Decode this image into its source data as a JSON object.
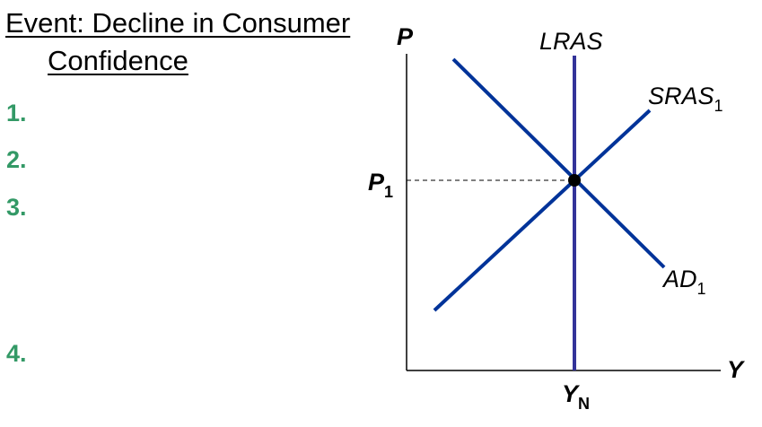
{
  "heading": {
    "line1": "Event: Decline in Consumer",
    "line2": "Confidence"
  },
  "steps": [
    "1.",
    "2.",
    "3.",
    "4."
  ],
  "graph": {
    "y_axis_label": "P",
    "x_axis_label": "Y",
    "lras_label": "LRAS",
    "sras": {
      "base": "SRAS",
      "sub": "1"
    },
    "ad": {
      "base": "AD",
      "sub": "1"
    },
    "price_level": {
      "base": "P",
      "sub": "1"
    },
    "output_natural": {
      "base": "Y",
      "sub": "N"
    },
    "colors": {
      "curves": "#003399",
      "lras": "#333399",
      "equilibrium": "#000000",
      "steps": "#339966"
    }
  }
}
